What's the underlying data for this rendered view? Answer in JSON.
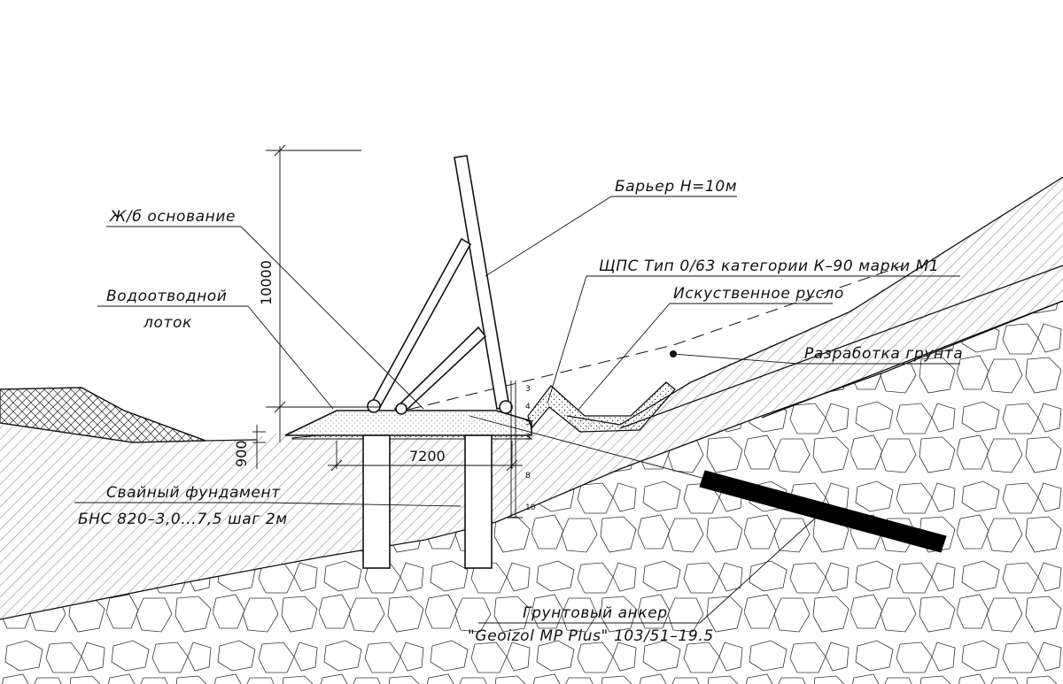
{
  "labels": {
    "barrier": "Барьер Н=10м",
    "base": "Ж/б основание",
    "tray_line1": "Водоотводной",
    "tray_line2": "лоток",
    "gravel": "ЩПС Тип 0/63 категории К–90 марки М1",
    "channel": "Искуственное русло",
    "excavation": "Разработка грунта",
    "pile_line1": "Свайный фундамент",
    "pile_line2": "БНС 820–3,0...7,5 шаг 2м",
    "anchor_line1": "Грунтовый анкер",
    "anchor_line2": "\"Geoizol MP Plus\" 103/51–19.5"
  },
  "dimensions": {
    "height": "10000",
    "width": "7200",
    "depth": "900",
    "d3a": "3",
    "d4": "4",
    "d5": "5",
    "d3b": "3",
    "d8": "8",
    "d10": "10"
  }
}
